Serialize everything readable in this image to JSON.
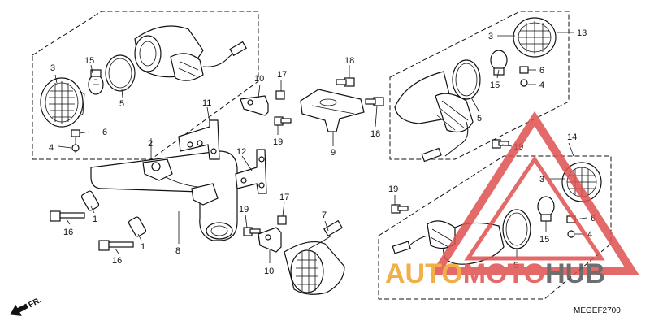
{
  "diagram": {
    "code": "MEGEF2700",
    "direction_label": "FR.",
    "watermark": {
      "part1": "AUTO",
      "part2": "MOTO",
      "part3": "HUB",
      "color_primary": "#f0a028",
      "color_secondary": "#e05050",
      "color_tertiary": "#555555"
    },
    "callouts": [
      {
        "id": "c1",
        "text": "1"
      },
      {
        "id": "c2",
        "text": "1"
      },
      {
        "id": "c3",
        "text": "2"
      },
      {
        "id": "c4",
        "text": "3"
      },
      {
        "id": "c5",
        "text": "3"
      },
      {
        "id": "c6",
        "text": "3"
      },
      {
        "id": "c7",
        "text": "4"
      },
      {
        "id": "c8",
        "text": "4"
      },
      {
        "id": "c9",
        "text": "4"
      },
      {
        "id": "c10",
        "text": "5"
      },
      {
        "id": "c11",
        "text": "5"
      },
      {
        "id": "c12",
        "text": "5"
      },
      {
        "id": "c13",
        "text": "6"
      },
      {
        "id": "c14",
        "text": "6"
      },
      {
        "id": "c15",
        "text": "6"
      },
      {
        "id": "c16",
        "text": "7"
      },
      {
        "id": "c17",
        "text": "8"
      },
      {
        "id": "c18",
        "text": "9"
      },
      {
        "id": "c19",
        "text": "10"
      },
      {
        "id": "c20",
        "text": "10"
      },
      {
        "id": "c21",
        "text": "11"
      },
      {
        "id": "c22",
        "text": "12"
      },
      {
        "id": "c23",
        "text": "13"
      },
      {
        "id": "c24",
        "text": "14"
      },
      {
        "id": "c25",
        "text": "15"
      },
      {
        "id": "c26",
        "text": "15"
      },
      {
        "id": "c27",
        "text": "15"
      },
      {
        "id": "c28",
        "text": "16"
      },
      {
        "id": "c29",
        "text": "16"
      },
      {
        "id": "c30",
        "text": "17"
      },
      {
        "id": "c31",
        "text": "17"
      },
      {
        "id": "c32",
        "text": "18"
      },
      {
        "id": "c33",
        "text": "18"
      },
      {
        "id": "c34",
        "text": "19"
      },
      {
        "id": "c35",
        "text": "19"
      },
      {
        "id": "c36",
        "text": "19"
      },
      {
        "id": "c37",
        "text": "19"
      }
    ]
  }
}
